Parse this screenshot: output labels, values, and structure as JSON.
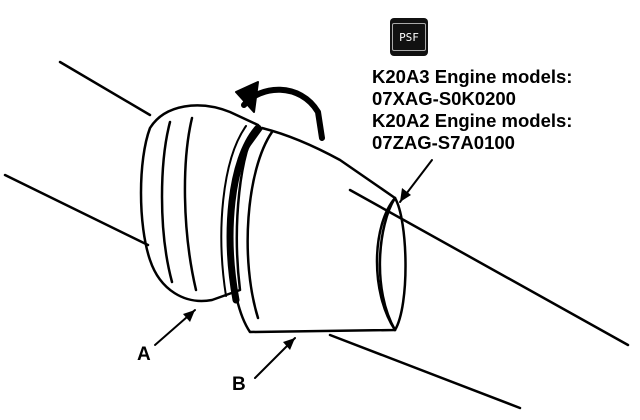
{
  "badge": {
    "text": "PSF",
    "icon": "psf-fluid-icon"
  },
  "callout": {
    "lines": [
      "K20A3 Engine models:",
      "07XAG-S0K0200",
      "K20A2 Engine models:",
      "07ZAG-S7A0100"
    ]
  },
  "labels": {
    "a": "A",
    "b": "B"
  },
  "colors": {
    "ink": "#000000",
    "paper": "#ffffff",
    "badge": "#111111"
  }
}
